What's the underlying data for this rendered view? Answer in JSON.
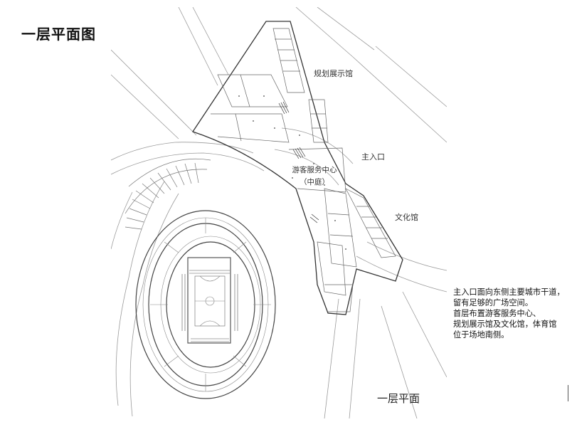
{
  "page_title": "一层平面图",
  "plan": {
    "label": "一层平面",
    "rooms": {
      "planning_hall": "规划展示馆",
      "main_entrance": "主入口",
      "culture_hall": "文化馆",
      "visitor_center": "游客服务中心",
      "courtyard": "（中庭）"
    }
  },
  "notes": [
    "主入口面向东侧主要城市干道，",
    "留有足够的广场空间。",
    "首层布置游客服务中心、",
    "规划展示馆及文化馆，体育馆",
    "位于场地南侧。"
  ]
}
